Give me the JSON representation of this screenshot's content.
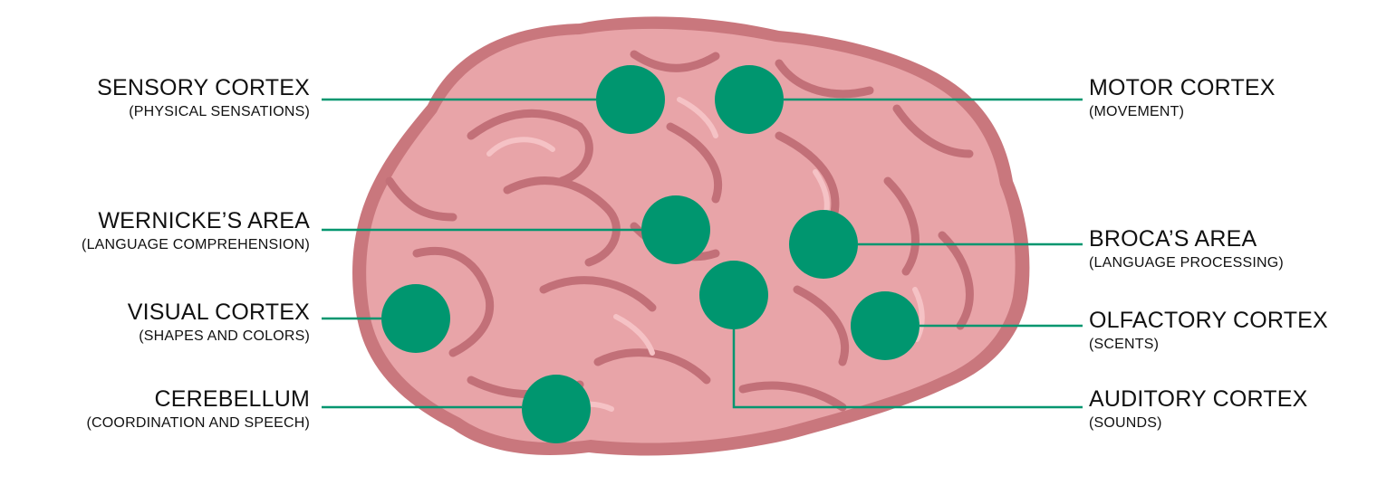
{
  "diagram": {
    "colors": {
      "brain_fill": "#e8a4a8",
      "brain_outline": "#c9777d",
      "brain_fold": "#c27078",
      "brain_highlight": "#f5c2c5",
      "marker": "#00966f",
      "connector": "#00966f",
      "text": "#111111"
    },
    "regions": [
      {
        "id": "sensory",
        "title": "SENSORY CORTEX",
        "subtitle": "(PHYSICAL SENSATIONS)",
        "side": "left"
      },
      {
        "id": "wernicke",
        "title": "WERNICKE’S AREA",
        "subtitle": "(LANGUAGE COMPREHENSION)",
        "side": "left"
      },
      {
        "id": "visual",
        "title": "VISUAL CORTEX",
        "subtitle": "(SHAPES AND COLORS)",
        "side": "left"
      },
      {
        "id": "cerebellum",
        "title": "CEREBELLUM",
        "subtitle": "(COORDINATION AND SPEECH)",
        "side": "left"
      },
      {
        "id": "motor",
        "title": "MOTOR CORTEX",
        "subtitle": "(MOVEMENT)",
        "side": "right"
      },
      {
        "id": "broca",
        "title": "BROCA’S AREA",
        "subtitle": "(LANGUAGE PROCESSING)",
        "side": "right"
      },
      {
        "id": "olfactory",
        "title": "OLFACTORY CORTEX",
        "subtitle": "(SCENTS)",
        "side": "right"
      },
      {
        "id": "auditory",
        "title": "AUDITORY CORTEX",
        "subtitle": "(SOUNDS)",
        "side": "right"
      }
    ]
  }
}
